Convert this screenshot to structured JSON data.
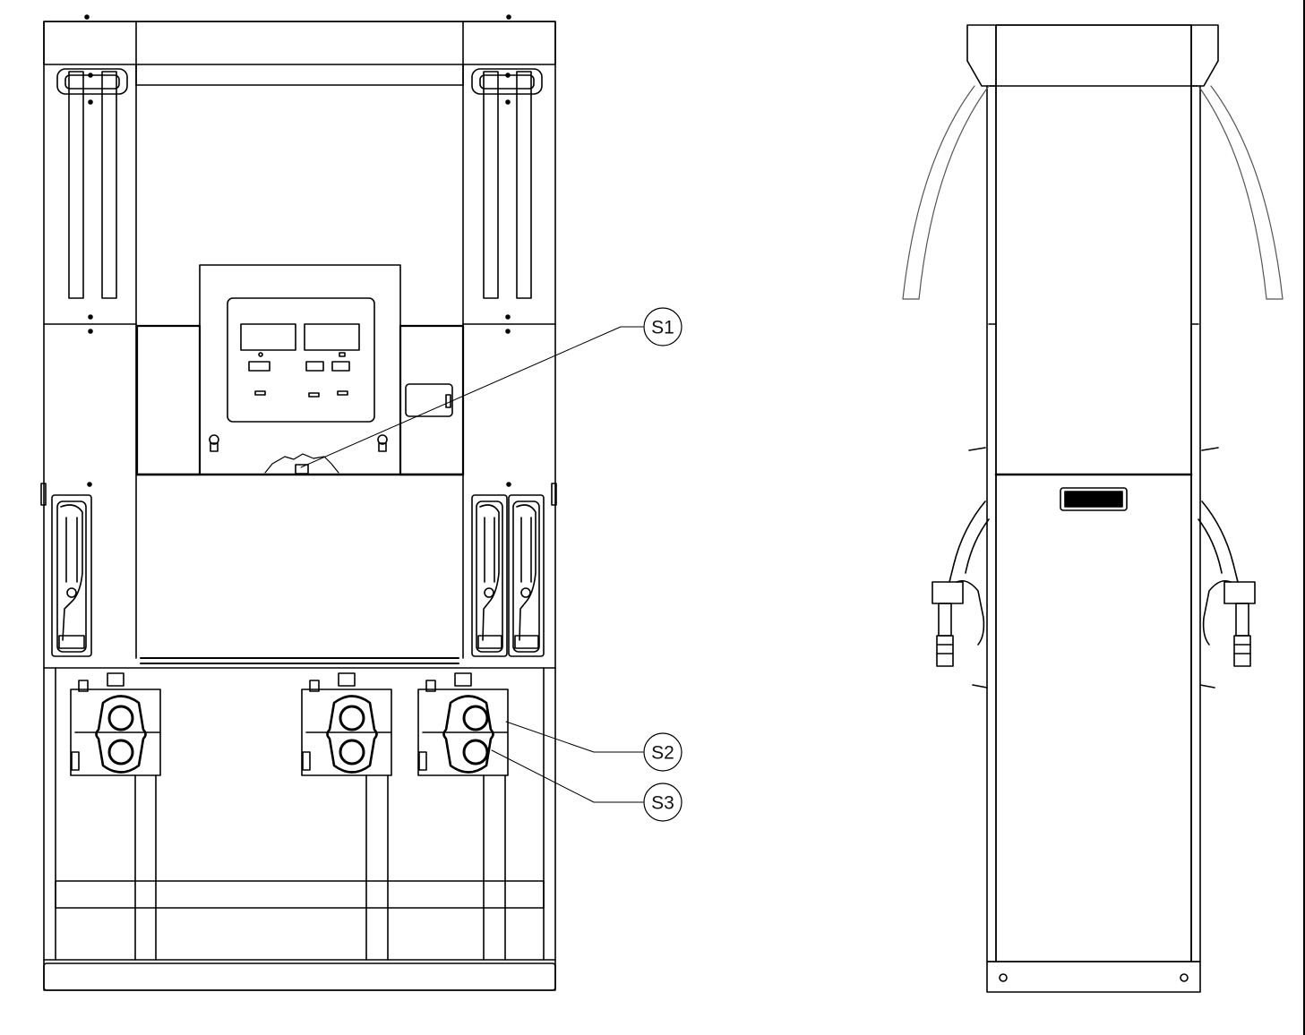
{
  "callouts": [
    {
      "id": "S1",
      "label": "S1"
    },
    {
      "id": "S2",
      "label": "S2"
    },
    {
      "id": "S3",
      "label": "S3"
    }
  ],
  "colors": {
    "line": "#000000",
    "background": "#ffffff",
    "light_line": "#555555"
  }
}
